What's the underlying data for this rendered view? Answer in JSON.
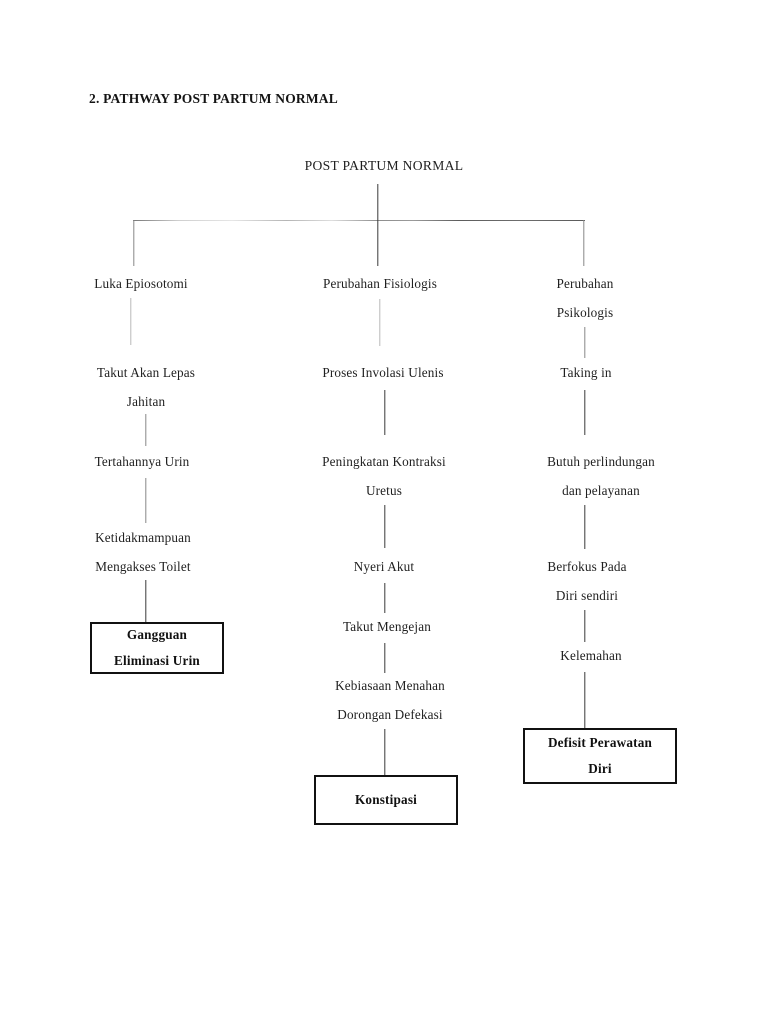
{
  "document": {
    "title": "2. PATHWAY POST PARTUM NORMAL"
  },
  "diagram": {
    "root": {
      "label": "POST PARTUM NORMAL"
    },
    "columns": [
      {
        "name": "luka-epiosotomi",
        "nodes": [
          {
            "label": "Luka Epiosotomi"
          },
          {
            "label": "Takut Akan Lepas\nJahitan"
          },
          {
            "label": "Tertahannya Urin"
          },
          {
            "label": "Ketidakmampuan\nMengakses Toilet"
          }
        ],
        "outcome": {
          "label": "Gangguan\nEliminasi Urin"
        }
      },
      {
        "name": "perubahan-fisiologis",
        "nodes": [
          {
            "label": "Perubahan Fisiologis"
          },
          {
            "label": "Proses Involasi Ulenis"
          },
          {
            "label": "Peningkatan Kontraksi\nUretus"
          },
          {
            "label": "Nyeri Akut"
          },
          {
            "label": "Takut Mengejan"
          },
          {
            "label": "Kebiasaan Menahan\nDorongan Defekasi"
          }
        ],
        "outcome": {
          "label": "Konstipasi"
        }
      },
      {
        "name": "perubahan-psikologis",
        "nodes": [
          {
            "label": "Perubahan\nPsikologis"
          },
          {
            "label": "Taking in"
          },
          {
            "label": "Butuh perlindungan\ndan pelayanan"
          },
          {
            "label": "Berfokus Pada\nDiri sendiri"
          },
          {
            "label": "Kelemahan"
          }
        ],
        "outcome": {
          "label": "Defisit Perawatan\nDiri"
        }
      }
    ]
  },
  "colors": {
    "text": "#1f1f1f",
    "box_border": "#111111",
    "connector": "#5a5a5a",
    "page_background": "#ffffff"
  }
}
